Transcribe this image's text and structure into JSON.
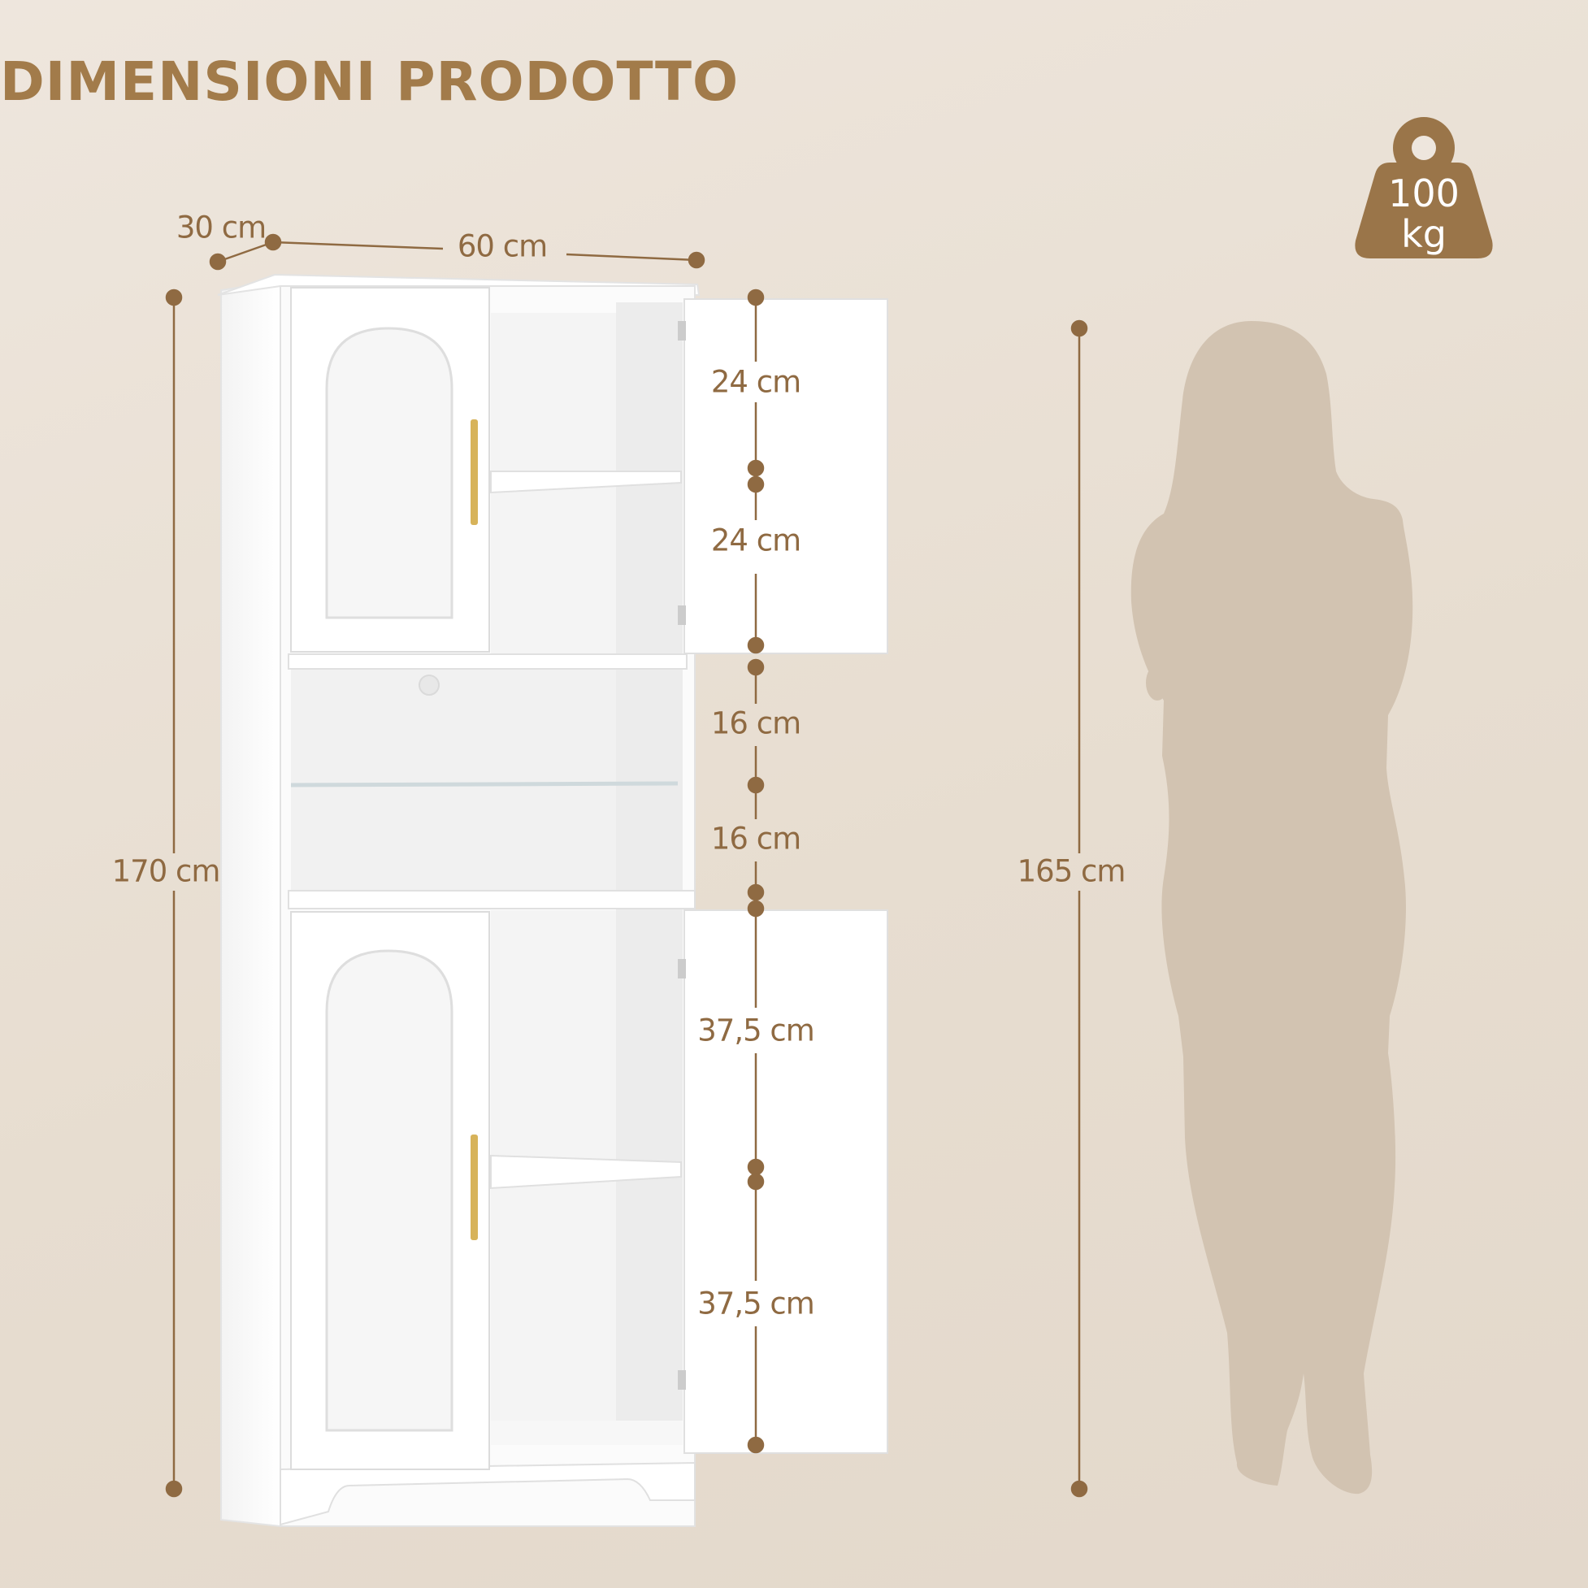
{
  "title": "DIMENSIONI PRODOTTO",
  "colors": {
    "accent": "#a27b4a",
    "dimension_line": "#8f6a42",
    "silhouette": "#d2c3b1",
    "weight_badge": "#9a7549",
    "cabinet": "#ffffff",
    "handle": "#d7b35a"
  },
  "weight": {
    "value": "100",
    "unit": "kg",
    "icon": "weight-icon"
  },
  "dimensions": {
    "depth": "30 cm",
    "width": "60 cm",
    "total_height": "170 cm",
    "person_height": "165 cm",
    "upper_compartment_1": "24 cm",
    "upper_compartment_2": "24 cm",
    "middle_compartment_1": "16 cm",
    "middle_compartment_2": "16 cm",
    "lower_compartment_1": "37,5 cm",
    "lower_compartment_2": "37,5 cm"
  }
}
